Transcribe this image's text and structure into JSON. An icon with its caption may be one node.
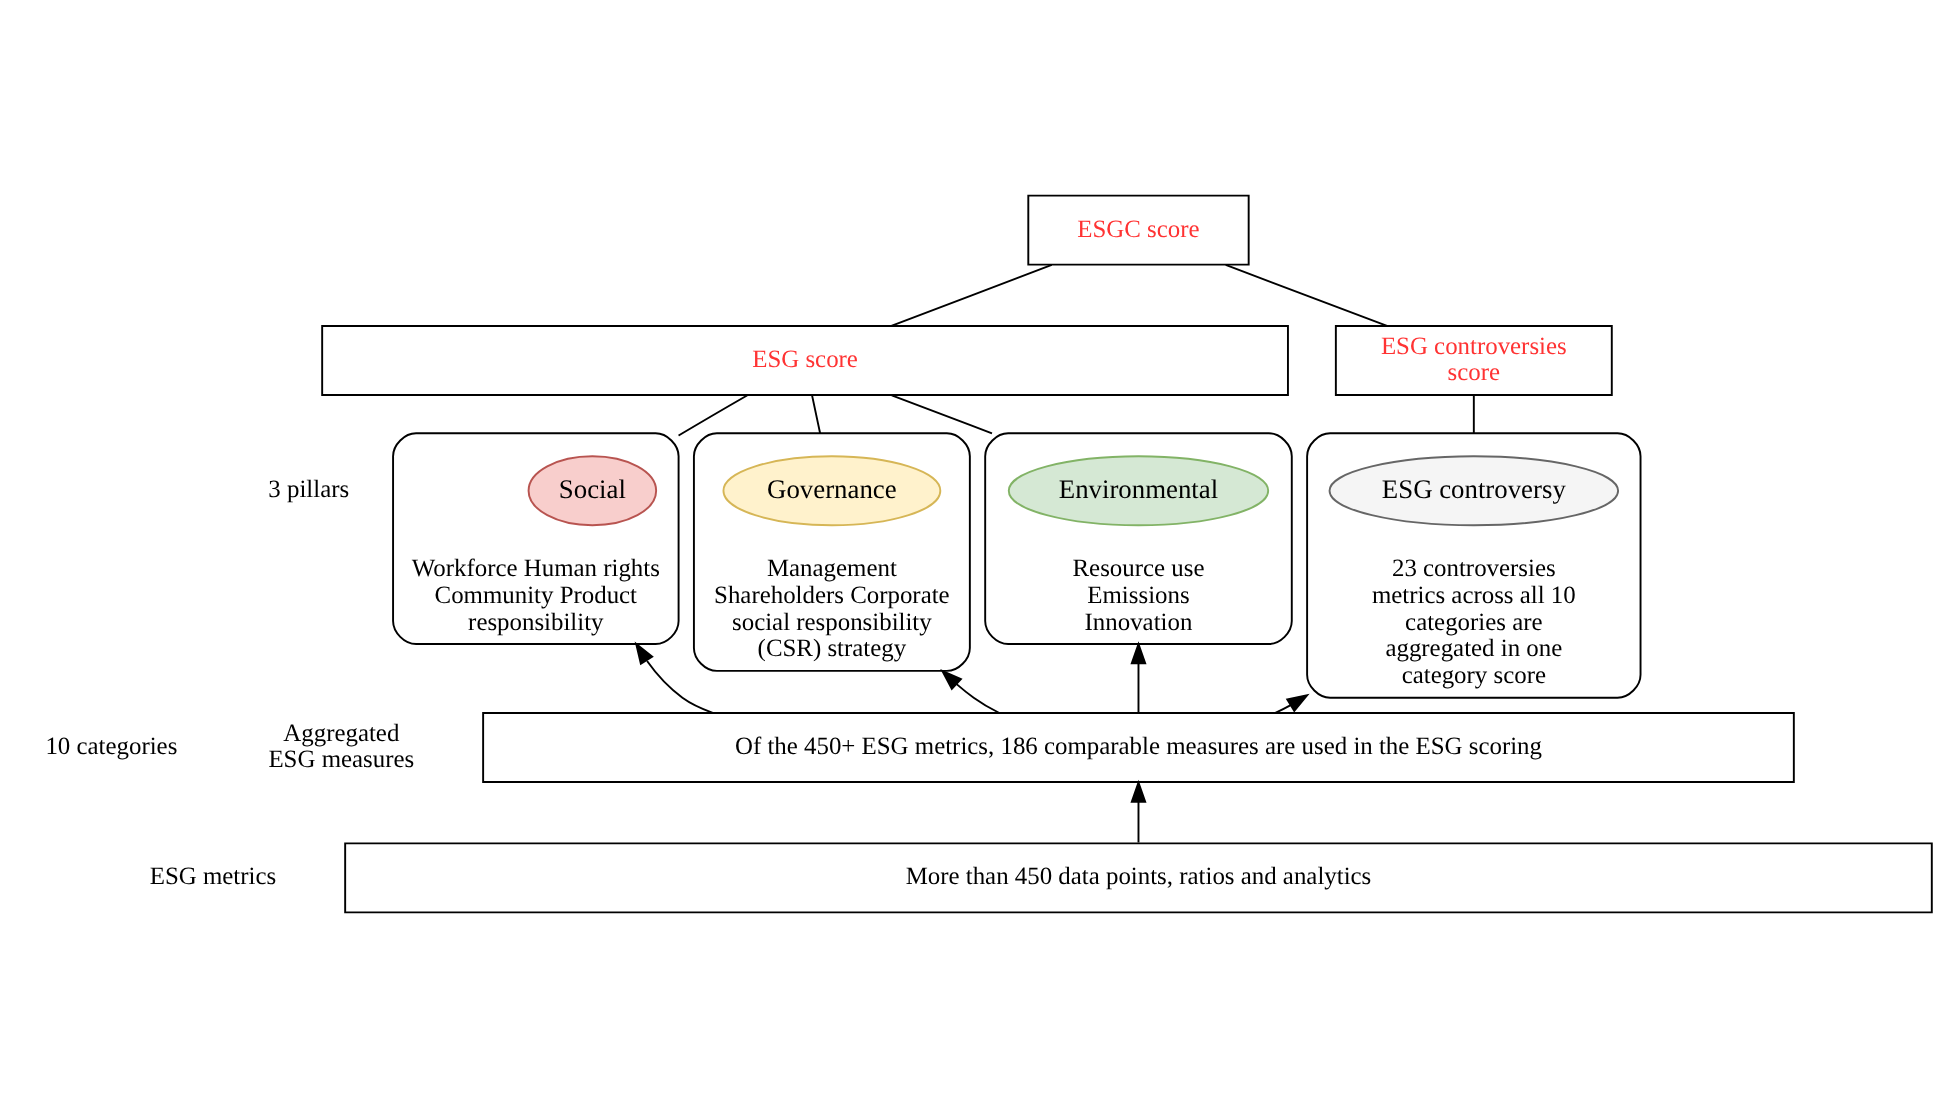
{
  "diagram": {
    "nodes": [
      {
        "text": [
          "ESGC score"
        ]
      },
      {
        "text": [
          "ESG score"
        ]
      },
      {
        "text": [
          "ESG controversies score"
        ]
      },
      {
        "text": [
          "Resource use Emissions Innovation"
        ]
      },
      {
        "text": [
          "Environmental"
        ],
        "in": 3
      },
      {
        "text": [
          "Workforce Human rights Community Product responsibility"
        ]
      },
      {
        "text": [
          "Social"
        ],
        "in": 5
      },
      {
        "text": [
          "Management Shareholders Corporate social responsibility (CSR) strategy"
        ]
      },
      {
        "text": [
          "Governance"
        ],
        "in": 7
      },
      {
        "text": [
          "23 controversies metrics across all 10 categories are aggregated in one category score"
        ]
      },
      {
        "text": [
          "ESG controversy"
        ],
        "in": 9
      },
      {
        "text": [
          "Of the 450+ ESG metrics, 186 comparable measures are used in the ESG scoring"
        ],
        "beside": [
          "Aggregated ESG measures"
        ]
      },
      {
        "text": [
          "More than 450 data points, ratios and analytics"
        ],
        "beside": [
          "ESG metrics"
        ]
      }
    ],
    "edges": [
      {
        "from": 0,
        "to": 1,
        "arrow": "none"
      },
      {
        "from": 0,
        "to": 2,
        "arrow": "none"
      },
      {
        "from": 1,
        "to": 3,
        "arrow": "none"
      },
      {
        "from": 1,
        "to": 5,
        "arrow": "none"
      },
      {
        "from": 1,
        "to": 7,
        "arrow": "none"
      },
      {
        "from": 2,
        "to": 9,
        "arrow": "none"
      },
      {
        "from": 11,
        "to": 3,
        "arrow": "to"
      },
      {
        "from": 11,
        "to": 5,
        "arrow": "to"
      },
      {
        "from": 11,
        "to": 7,
        "arrow": "to"
      },
      {
        "from": 11,
        "to": 9,
        "arrow": "to"
      },
      {
        "from": 12,
        "to": 11,
        "arrow": "to"
      }
    ],
    "labels": [
      "3 pillars",
      "10 categories"
    ]
  }
}
